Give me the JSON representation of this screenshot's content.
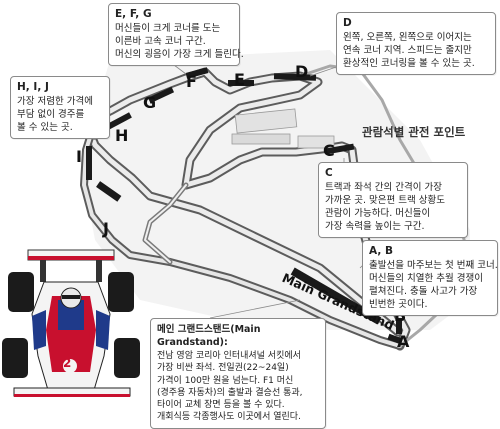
{
  "title": "관람석별 관전 포인트",
  "colors": {
    "track_outline": "#5c5c5c",
    "track_fill": "#ececec",
    "grandstand": "#1a1a1a",
    "asphalt": "#d9d9d9",
    "car_red": "#c8102e",
    "car_blue": "#1f3a8a",
    "car_white": "#f4f4f4"
  },
  "stand_labels": {
    "a": "A",
    "b": "B",
    "c": "C",
    "d": "D",
    "e": "E",
    "f": "F",
    "g": "G",
    "h": "H",
    "i": "I",
    "j": "J"
  },
  "main_grandstand_label": "Main Grandstand",
  "car_number": "2",
  "callouts": {
    "efg": {
      "title": "E, F, G",
      "lines": [
        "머신들이 크게 코너를 도는",
        "이른바 고속 코너 구간.",
        "머신의 굉음이 가장 크게 들린다."
      ]
    },
    "d": {
      "title": "D",
      "lines": [
        "왼쪽, 오른쪽, 왼쪽으로 이어지는",
        "연속 코너 지역. 스피드는 줄지만",
        "환상적인 코너링을 볼 수 있는 곳."
      ]
    },
    "hij": {
      "title": "H, I, J",
      "lines": [
        "가장 저렴한 가격에",
        "부담 없이 경주를",
        "볼 수 있는 곳."
      ]
    },
    "c": {
      "title": "C",
      "lines": [
        "트랙과 좌석 간의 간격이 가장",
        "가까운 곳. 맞은편 트랙 상황도",
        "관람이 가능하다. 머신들이",
        "가장 속력을 높이는 구간."
      ]
    },
    "ab": {
      "title": "A, B",
      "lines": [
        "출발선을 마주보는 첫 번째 코너.",
        "머신들의 치열한 추월 경쟁이",
        "펼쳐진다. 충돌 사고가 가장",
        "빈번한 곳이다."
      ]
    },
    "main": {
      "title": "메인 그랜드스탠드(Main Grandstand):",
      "lines": [
        "전남 영암 코리아 인터내셔널 서킷에서",
        "가장 비싼 좌석. 전일권(22~24일)",
        "가격이 100만 원을 넘는다. F1 머신",
        "(경주용 자동차)의 출발과 결승선 통과,",
        "타이어 교체 장면 등을 볼 수 있다.",
        "개회식등 각종행사도 이곳에서 열린다."
      ]
    }
  }
}
